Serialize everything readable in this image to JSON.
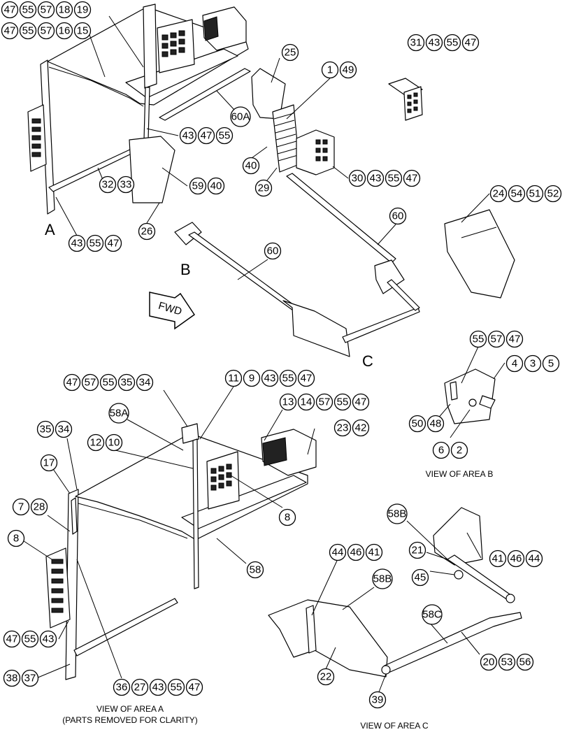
{
  "groups": {
    "g1": [
      "47",
      "55",
      "57",
      "18",
      "19"
    ],
    "g2": [
      "47",
      "55",
      "57",
      "16",
      "15"
    ],
    "g3": [
      "31",
      "43",
      "55",
      "47"
    ],
    "g4": [
      "25"
    ],
    "g5": [
      "1",
      "49"
    ],
    "g6": [
      "60A"
    ],
    "g7": [
      "43",
      "47",
      "55"
    ],
    "g8": [
      "40"
    ],
    "g9": [
      "30",
      "43",
      "55",
      "47"
    ],
    "g10": [
      "29"
    ],
    "g11": [
      "59",
      "40"
    ],
    "g12": [
      "24",
      "54",
      "51",
      "52"
    ],
    "g13": [
      "32",
      "33"
    ],
    "g14": [
      "26"
    ],
    "g15": [
      "43",
      "55",
      "47"
    ],
    "g16": [
      "60"
    ],
    "g17": [
      "60"
    ],
    "g18": [
      "55",
      "57",
      "47"
    ],
    "g19": [
      "4",
      "3",
      "5"
    ],
    "g20": [
      "50",
      "48"
    ],
    "g21": [
      "6",
      "2"
    ],
    "g22": [
      "47",
      "57",
      "55",
      "35",
      "34"
    ],
    "g23": [
      "11",
      "9",
      "43",
      "55",
      "47"
    ],
    "g24": [
      "13",
      "14",
      "57",
      "55",
      "47"
    ],
    "g25": [
      "58A"
    ],
    "g26": [
      "23",
      "42"
    ],
    "g27": [
      "35",
      "34"
    ],
    "g28": [
      "12",
      "10"
    ],
    "g29": [
      "17"
    ],
    "g30": [
      "7",
      "28"
    ],
    "g31": [
      "8"
    ],
    "g32": [
      "8"
    ],
    "g33": [
      "58"
    ],
    "g34": [
      "58B"
    ],
    "g35": [
      "21"
    ],
    "g36": [
      "41",
      "46",
      "44"
    ],
    "g37": [
      "45"
    ],
    "g38": [
      "44",
      "46",
      "41"
    ],
    "g39": [
      "58B"
    ],
    "g40": [
      "58C"
    ],
    "g41": [
      "47",
      "55",
      "43"
    ],
    "g42": [
      "20",
      "53",
      "56"
    ],
    "g43": [
      "38",
      "37"
    ],
    "g44": [
      "22"
    ],
    "g45": [
      "39"
    ],
    "g46": [
      "36",
      "27",
      "43",
      "55",
      "47"
    ]
  },
  "labels": {
    "area_a": "A",
    "area_b": "B",
    "area_c": "C",
    "fwd": "FWD",
    "view_b": "VIEW OF AREA B",
    "view_a_1": "VIEW OF AREA A",
    "view_a_2": "(PARTS REMOVED FOR CLARITY)",
    "view_c": "VIEW OF AREA C"
  }
}
